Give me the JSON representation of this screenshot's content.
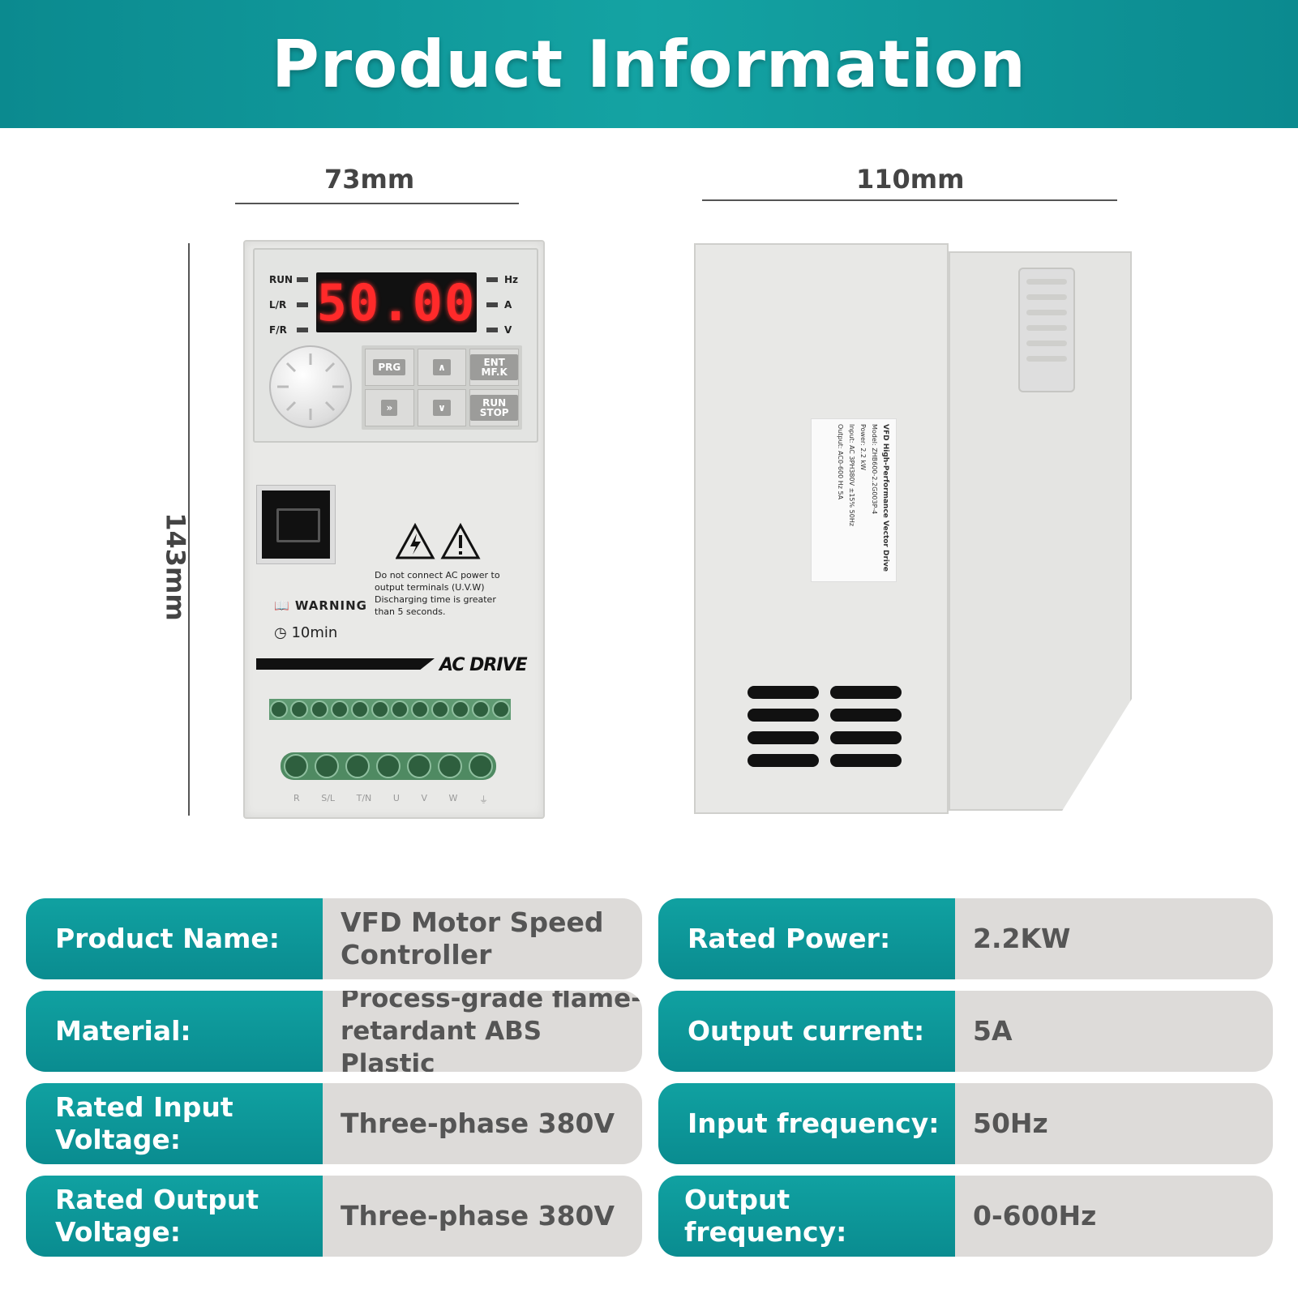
{
  "header": {
    "title": "Product Information"
  },
  "dimensions": {
    "width_front": "73mm",
    "width_side": "110mm",
    "height": "143mm"
  },
  "device": {
    "indicators_left": [
      "RUN",
      "L/R",
      "F/R"
    ],
    "indicators_right": [
      "Hz",
      "A",
      "V"
    ],
    "display_value": "50.00",
    "keys": [
      "PRG",
      "^",
      "ENT MF.K",
      ">>",
      "v",
      "RUN STOP"
    ],
    "warning_lines": [
      "Do not connect AC power to",
      "output terminals (U.V.W)",
      "Discharging time is greater",
      "than 5 seconds."
    ],
    "warning_label": "WARNING",
    "timer": "10min",
    "brand_text": "AC DRIVE",
    "terminal_labels": [
      "R",
      "S/L",
      "T/N",
      "U",
      "V",
      "W",
      "⏚"
    ],
    "side_label": {
      "title": "VFD High-Performance Vector Drive",
      "model": "Model: ZHB600-2.2G003P-4",
      "power": "Power: 2.2 kW",
      "input": "Input: AC 3PH380V ±15% 50Hz",
      "output": "Output: AC0-600 Hz 5A"
    }
  },
  "specs": {
    "left": [
      {
        "key": "Product Name:",
        "value": "VFD Motor Speed Controller"
      },
      {
        "key": "Material:",
        "value": "Process-grade flame-retardant ABS Plastic"
      },
      {
        "key": "Rated Input Voltage:",
        "value": "Three-phase 380V"
      },
      {
        "key": "Rated Output Voltage:",
        "value": "Three-phase 380V"
      }
    ],
    "right": [
      {
        "key": "Rated Power:",
        "value": "2.2KW"
      },
      {
        "key": "Output current:",
        "value": "5A"
      },
      {
        "key": "Input frequency:",
        "value": "50Hz"
      },
      {
        "key": "Output frequency:",
        "value": "0-600Hz"
      }
    ]
  },
  "colors": {
    "teal": "#0b8a8f",
    "value_bg": "#dddbd9",
    "led_red": "#ff2a2a"
  }
}
